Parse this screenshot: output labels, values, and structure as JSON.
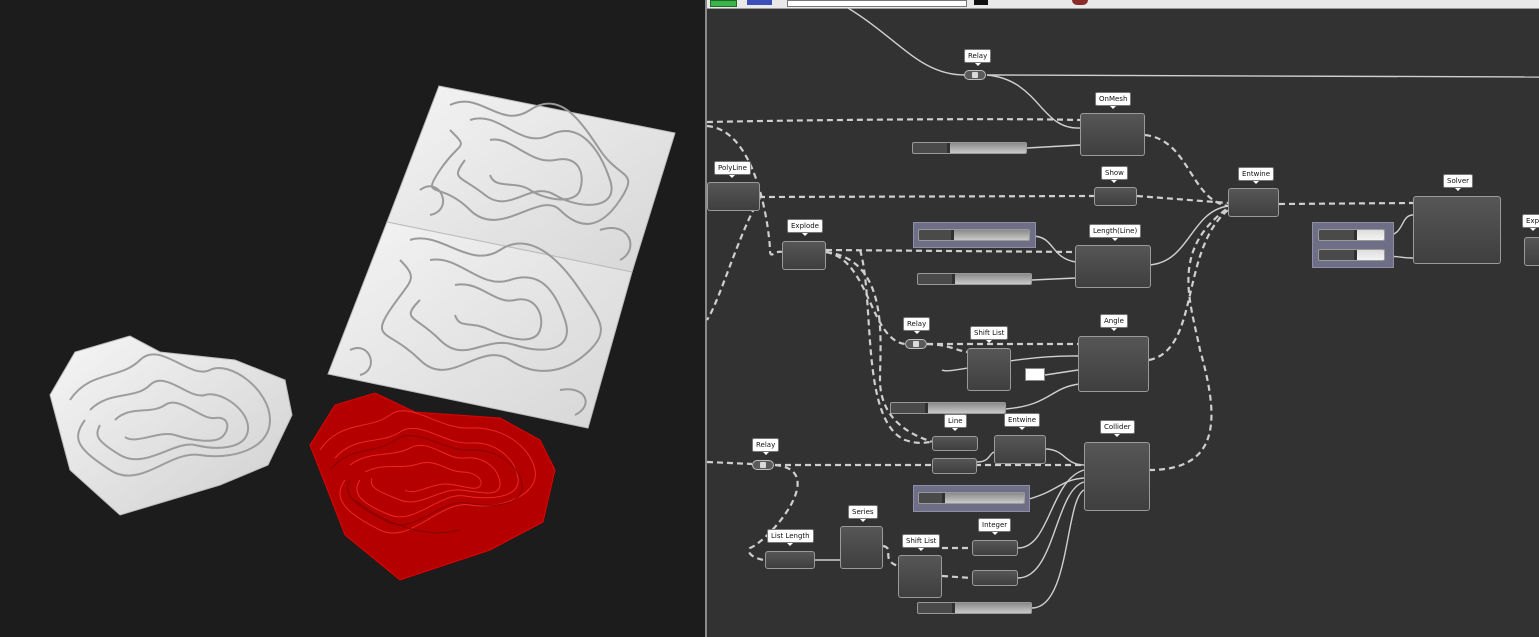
{
  "colors": {
    "viewport_bg": "#1c1c1c",
    "canvas_bg": "#323232",
    "wire": "#cfcfcf",
    "model_white": "#eeeeee",
    "model_red": "#c00000",
    "group_fill": "#6e6e86"
  },
  "viewport": {
    "objects": [
      {
        "name": "heart-relief",
        "color": "white"
      },
      {
        "name": "panel-top",
        "color": "white"
      },
      {
        "name": "panel-bottom",
        "color": "white"
      },
      {
        "name": "heart-curves",
        "color": "red"
      }
    ]
  },
  "toolbar": {
    "icons": [
      "green-icon",
      "blue-icon",
      "search-field",
      "black-icon",
      "red-icon"
    ]
  },
  "components": {
    "relay1": "Relay",
    "onmesh": "OnMesh",
    "polyline": "PolyLine",
    "show": "Show",
    "entwine1": "Entwine",
    "solver": "Solver",
    "explode2": "Expl",
    "explode": "Explode",
    "lengthline": "Length(Line)",
    "relay2": "Relay",
    "shiftlist1": "Shift List",
    "angle": "Angle",
    "line": "Line",
    "entwine2": "Entwine",
    "collider": "Collider",
    "relay3": "Relay",
    "listlength": "List Length",
    "series": "Series",
    "shiftlist2": "Shift List",
    "integer": "Integer"
  }
}
